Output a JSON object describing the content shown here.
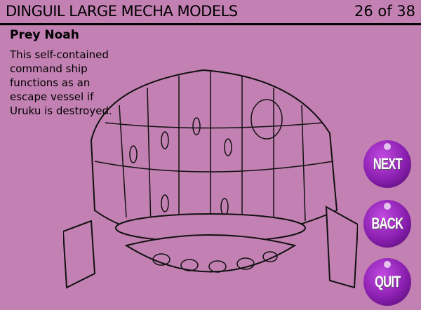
{
  "header": {
    "title": "DINGUIL LARGE MECHA MODELS",
    "counter": "26 of 38"
  },
  "model": {
    "name": "Prey Noah",
    "description": "This self-contained command ship functions as an escape vessel if Uruku is destroyed."
  },
  "nav": {
    "next": "NEXT",
    "back": "BACK",
    "quit": "QUIT"
  },
  "colors": {
    "background": "#c380b2",
    "button": "#8a1fb0"
  }
}
